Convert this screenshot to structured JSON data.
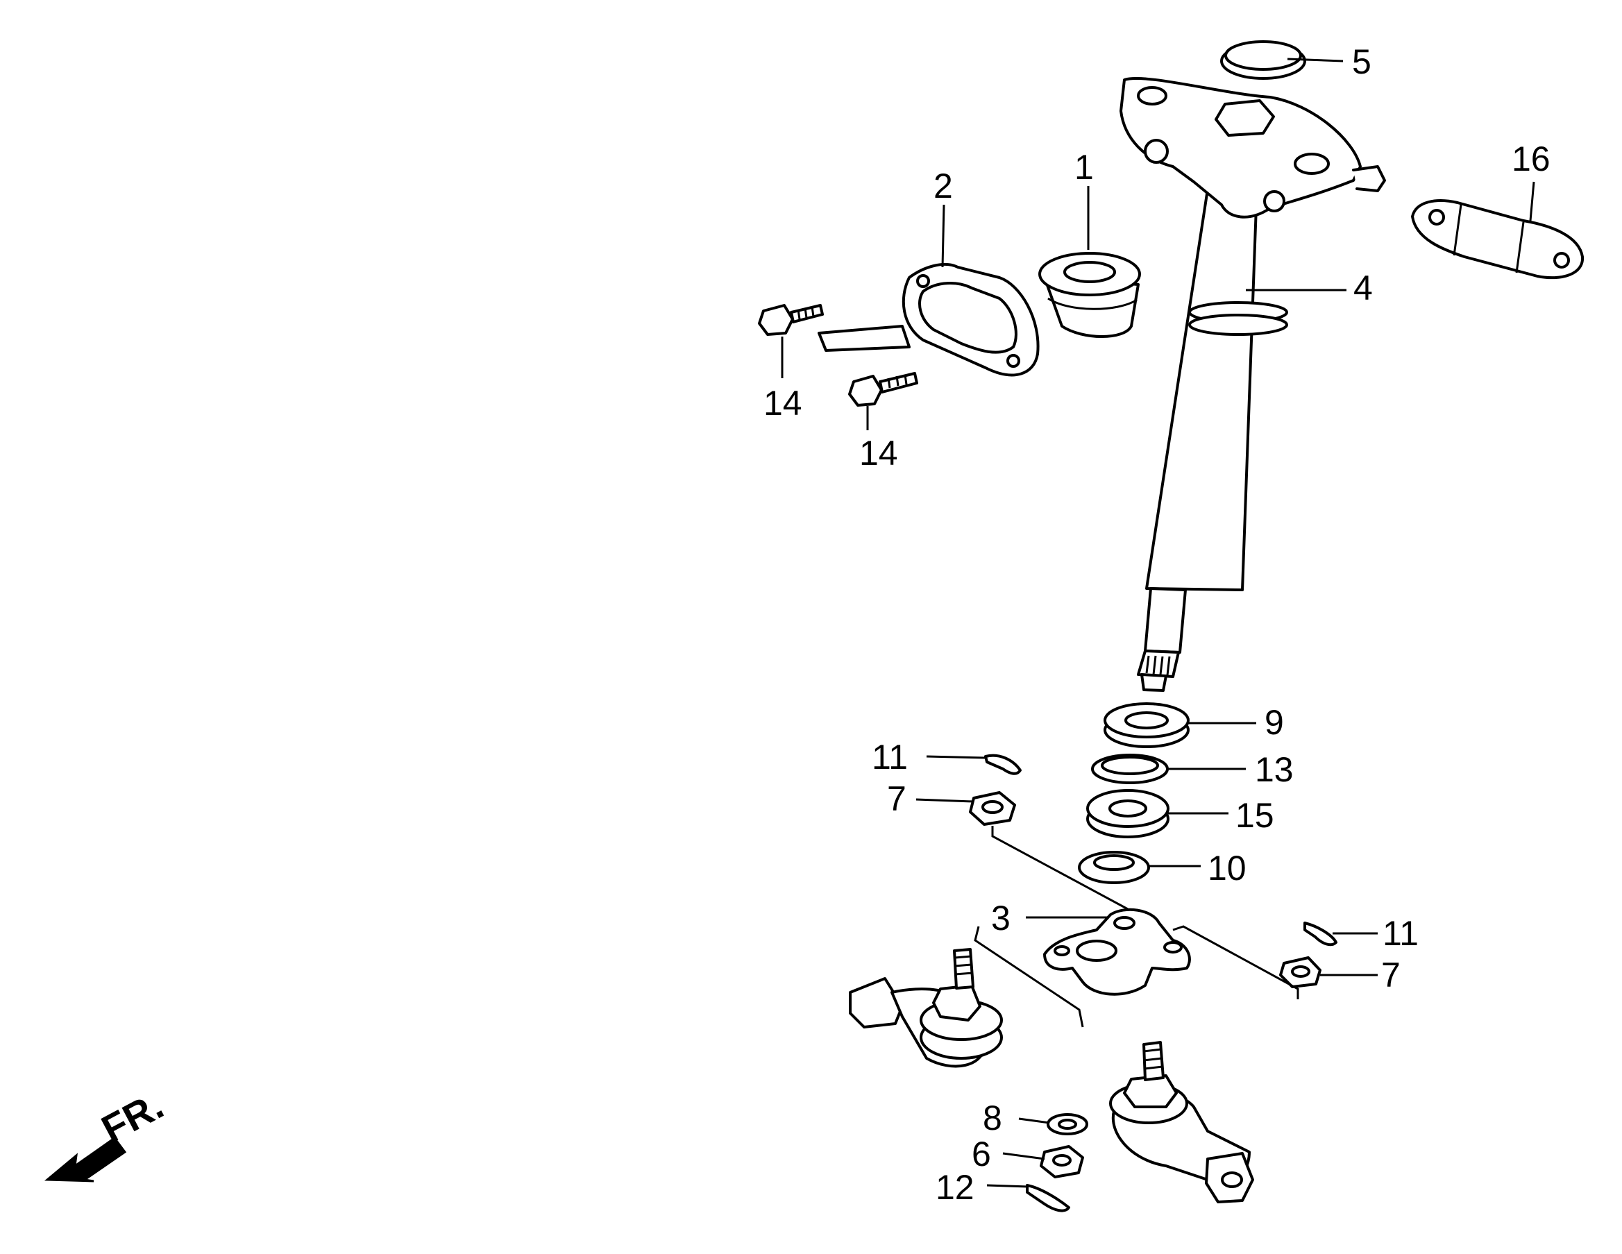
{
  "diagram": {
    "callouts": [
      {
        "id": "c1",
        "label": "1"
      },
      {
        "id": "c2",
        "label": "2"
      },
      {
        "id": "c3",
        "label": "3"
      },
      {
        "id": "c4",
        "label": "4"
      },
      {
        "id": "c5",
        "label": "5"
      },
      {
        "id": "c6",
        "label": "6"
      },
      {
        "id": "c7a",
        "label": "7"
      },
      {
        "id": "c7b",
        "label": "7"
      },
      {
        "id": "c8",
        "label": "8"
      },
      {
        "id": "c9",
        "label": "9"
      },
      {
        "id": "c10",
        "label": "10"
      },
      {
        "id": "c11a",
        "label": "11"
      },
      {
        "id": "c11b",
        "label": "11"
      },
      {
        "id": "c12",
        "label": "12"
      },
      {
        "id": "c13",
        "label": "13"
      },
      {
        "id": "c14a",
        "label": "14"
      },
      {
        "id": "c14b",
        "label": "14"
      },
      {
        "id": "c15",
        "label": "15"
      },
      {
        "id": "c16",
        "label": "16"
      }
    ],
    "direction_marker": {
      "label": "FR.",
      "icon": "front-direction-arrow-icon"
    }
  }
}
